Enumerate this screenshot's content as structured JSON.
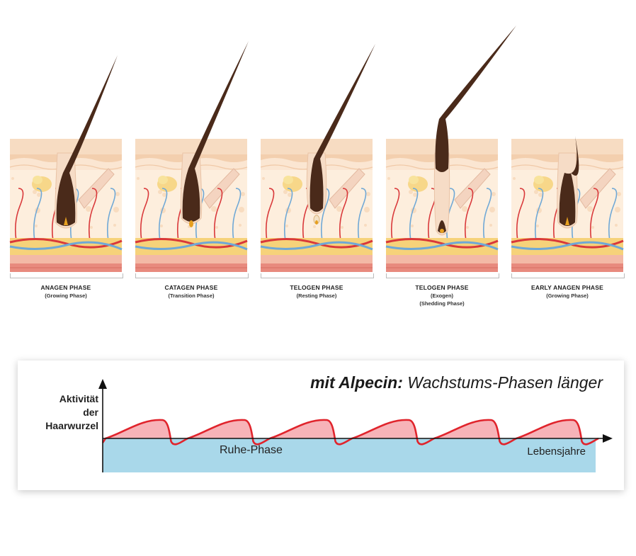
{
  "phases": [
    {
      "title": "ANAGEN PHASE",
      "subtitle": "(Growing Phase)",
      "subtitle2": ""
    },
    {
      "title": "CATAGEN PHASE",
      "subtitle": "(Transition Phase)",
      "subtitle2": ""
    },
    {
      "title": "TELOGEN PHASE",
      "subtitle": "(Resting Phase)",
      "subtitle2": ""
    },
    {
      "title": "TELOGEN PHASE",
      "subtitle": "(Exogen)",
      "subtitle2": "(Shedding Phase)"
    },
    {
      "title": "EARLY ANAGEN PHASE",
      "subtitle": "(Growing Phase)",
      "subtitle2": ""
    }
  ],
  "chart": {
    "title_bold": "mit Alpecin:",
    "title_rest": " Wachstums-Phasen länger",
    "y_label_line1": "Aktivität",
    "y_label_line2": "der",
    "y_label_line3": "Haarwurzel",
    "rest_phase_label": "Ruhe-Phase",
    "time_axis_label": "Lebensjahre",
    "cycles": 6
  },
  "colors": {
    "hair": "#4a2a1a",
    "skin_top": "#f7dcc2",
    "fat": "#f6d27a",
    "vein_red": "#d9383a",
    "vein_blue": "#6fa8d6",
    "activity_red": "#e0242c",
    "rest_blue": "#a9d8ea"
  }
}
